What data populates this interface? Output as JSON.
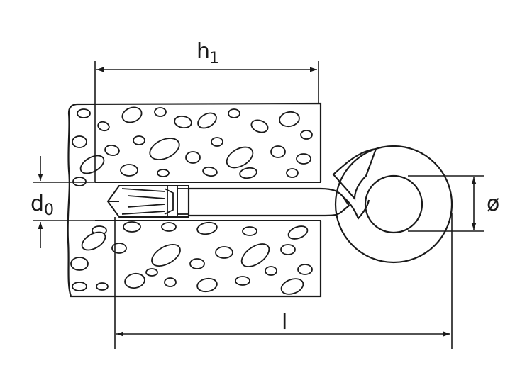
{
  "figure": {
    "labels": {
      "drill_depth": {
        "main": "h",
        "sub": "1"
      },
      "drill_diameter": {
        "main": "d",
        "sub": "0"
      },
      "length": "l",
      "hook_diameter": "ø"
    }
  }
}
